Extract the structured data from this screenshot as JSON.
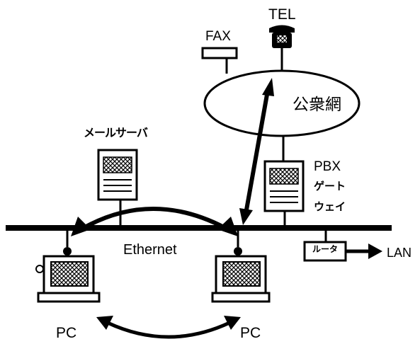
{
  "labels": {
    "tel": "TEL",
    "fax": "FAX",
    "public_network": "公衆網",
    "mail_server": "メールサーバ",
    "pbx": "PBX",
    "gateway_line1": "ゲート",
    "gateway_line2": "ウェイ",
    "ethernet": "Ethernet",
    "router": "ルータ",
    "lan": "LAN",
    "pc_left": "PC",
    "pc_right": "PC"
  }
}
